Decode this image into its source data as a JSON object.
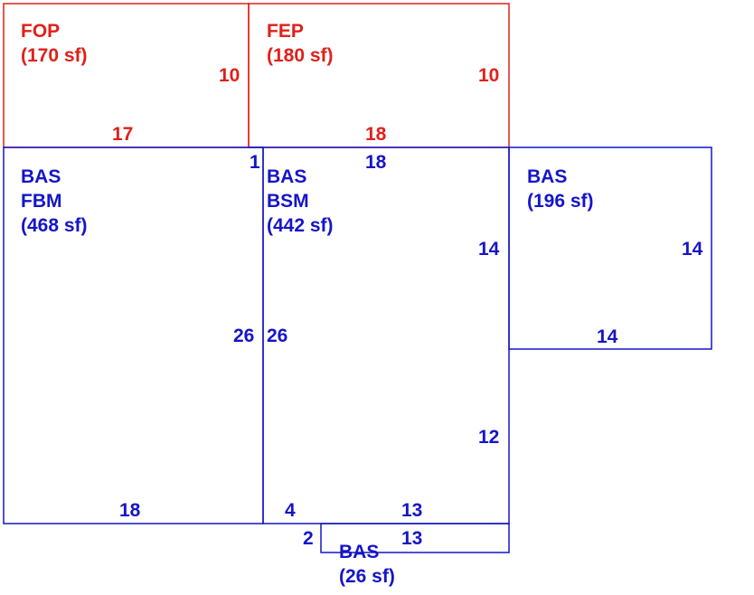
{
  "colors": {
    "porch": "#e0201a",
    "base": "#1515c8"
  },
  "areas": [
    {
      "id": "fop",
      "color": "porch",
      "lines": [
        "FOP",
        "(170 sf)"
      ]
    },
    {
      "id": "fep",
      "color": "porch",
      "lines": [
        "FEP",
        "(180 sf)"
      ]
    },
    {
      "id": "bas-fbm",
      "color": "base",
      "lines": [
        "BAS",
        "FBM",
        "(468 sf)"
      ]
    },
    {
      "id": "bas-bsm",
      "color": "base",
      "lines": [
        "BAS",
        "BSM",
        "(442 sf)"
      ]
    },
    {
      "id": "bas-right",
      "color": "base",
      "lines": [
        "BAS",
        "(196 sf)"
      ]
    },
    {
      "id": "bas-bottom",
      "color": "base",
      "lines": [
        "BAS",
        "(26 sf)"
      ]
    }
  ],
  "dimensions": {
    "fop_side": "10",
    "fop_bottom": "17",
    "fep_side": "10",
    "fep_bottom": "18",
    "jog_1": "1",
    "bsm_top": "18",
    "bsm_right_upper": "14",
    "right_side": "14",
    "right_bottom": "14",
    "fbm_right": "26",
    "bsm_left": "26",
    "bsm_right_lower": "12",
    "fbm_bottom": "18",
    "bsm_bottom_left": "4",
    "bsm_bottom_right": "13",
    "bottom_side": "2",
    "bottom_top": "13"
  }
}
